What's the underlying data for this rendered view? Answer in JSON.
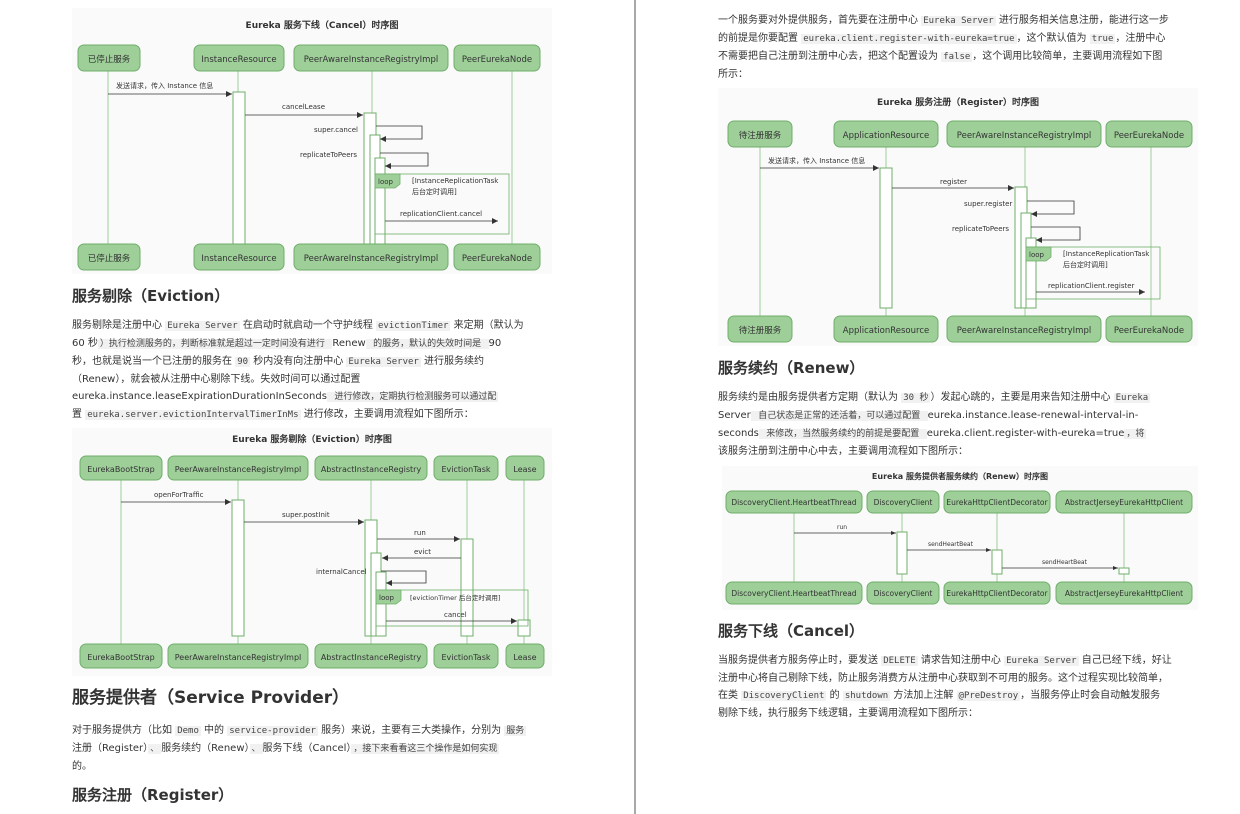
{
  "left": {
    "cancel_diagram": {
      "title": "Eureka 服务下线（Cancel）时序图",
      "participants": [
        "已停止服务",
        "InstanceResource",
        "PeerAwareInstanceRegistryImpl",
        "PeerEurekaNode"
      ],
      "msg_send": "发送请求，传入 Instance 信息",
      "msg_cancel_lease": "cancelLease",
      "msg_super": "super.cancel",
      "msg_replicate": "replicateToPeers",
      "loop_label": "loop",
      "loop_text1": "[InstanceReplicationTask",
      "loop_text2": "后台定时调用]",
      "msg_replication_client": "replicationClient.cancel"
    },
    "eviction_heading": "服务剔除（Eviction）",
    "eviction_lines": [
      [
        "服务剔除是注册中心 ",
        "Eureka Server",
        " 在启动时就启动一个守护线程 ",
        "evictionTimer",
        " 来定期（默认为"
      ],
      [
        "60 秒",
        "）执行检测服务的，判断标准就是超过一定时间没有进行 ",
        "Renew",
        " 的服务，默认的失效时间是 ",
        "90"
      ],
      [
        "秒，也就是说当一个已注册的服务在 ",
        "90",
        " 秒内没有向注册中心 ",
        "Eureka Server",
        " 进行服务续约"
      ],
      [
        "（Renew），就会被从注册中心剔除下线。失效时间可以通过配置"
      ],
      [
        "eureka.instance.leaseExpirationDurationInSeconds",
        " 进行修改，定期执行检测服务可以通过配"
      ],
      [
        "置 ",
        "eureka.server.evictionIntervalTimerInMs",
        " 进行修改，主要调用流程如下图所示："
      ]
    ],
    "eviction_diagram": {
      "title": "Eureka 服务剔除（Eviction）时序图",
      "participants": [
        "EurekaBootStrap",
        "PeerAwareInstanceRegistryImpl",
        "AbstractInstanceRegistry",
        "EvictionTask",
        "Lease"
      ],
      "msg_open": "openForTraffic",
      "msg_postinit": "super.postInit",
      "msg_run": "run",
      "msg_evict": "evict",
      "msg_internal": "internalCancel",
      "loop_label": "loop",
      "loop_text": "[evictionTimer 后台定时调用]",
      "msg_cancel": "cancel"
    },
    "provider_heading": "服务提供者（Service Provider）",
    "provider_lines": [
      [
        "对于服务提供方（比如 ",
        "Demo",
        " 中的 ",
        "service-provider",
        " 服务）来说，主要有三大类操作，分别为 ",
        "服务"
      ],
      [
        "注册（Register）",
        "、",
        "服务续约（Renew）",
        "、",
        "服务下线（Cancel）",
        "，接下来看看这三个操作是如何实现"
      ],
      [
        "的。"
      ]
    ],
    "register_heading": "服务注册（Register）"
  },
  "right": {
    "intro_lines": [
      [
        "一个服务要对外提供服务，首先要在注册中心 ",
        "Eureka Server",
        " 进行服务相关信息注册，能进行这一步"
      ],
      [
        "的前提是你要配置 ",
        "eureka.client.register-with-eureka=true",
        "，这个默认值为 ",
        "true",
        "，注册中心"
      ],
      [
        "不需要把自己注册到注册中心去，把这个配置设为 ",
        "false",
        "，这个调用比较简单，主要调用流程如下图"
      ],
      [
        "所示："
      ]
    ],
    "register_diagram": {
      "title": "Eureka 服务注册（Register）时序图",
      "participants": [
        "待注册服务",
        "ApplicationResource",
        "PeerAwareInstanceRegistryImpl",
        "PeerEurekaNode"
      ],
      "msg_send": "发送请求，传入 Instance 信息",
      "msg_register": "register",
      "msg_super": "super.register",
      "msg_replicate": "replicateToPeers",
      "loop_label": "loop",
      "loop_text1": "[InstanceReplicationTask",
      "loop_text2": "后台定时调用]",
      "msg_replication_client": "replicationClient.register"
    },
    "renew_heading": "服务续约（Renew）",
    "renew_lines": [
      [
        "服务续约是由服务提供者方定期（默认为 ",
        "30 秒",
        "）发起心跳的，主要是用来告知注册中心 ",
        "Eureka"
      ],
      [
        "Server",
        " 自己状态是正常的还活着，可以通过配置 ",
        "eureka.instance.lease-renewal-interval-in-"
      ],
      [
        "seconds",
        " 来修改，当然服务续约的前提是要配置 ",
        "eureka.client.register-with-eureka=true",
        "，将"
      ],
      [
        "该服务注册到注册中心中去，主要调用流程如下图所示："
      ]
    ],
    "renew_diagram": {
      "title": "Eureka 服务提供者服务续约（Renew）时序图",
      "participants": [
        "DiscoveryClient.HeartbeatThread",
        "DiscoveryClient",
        "EurekaHttpClientDecorator",
        "AbstractJerseyEurekaHttpClient"
      ],
      "msg_run": "run",
      "msg_send1": "sendHeartBeat",
      "msg_send2": "sendHeartBeat"
    },
    "cancel_heading": "服务下线（Cancel）",
    "cancel_lines": [
      [
        "当服务提供者方服务停止时，要发送 ",
        "DELETE",
        " 请求告知注册中心 ",
        "Eureka Server",
        " 自己已经下线，好让"
      ],
      [
        "注册中心将自己剔除下线，防止服务消费方从注册中心获取到不可用的服务。这个过程实现比较简单，"
      ],
      [
        "在类 ",
        "DiscoveryClient",
        " 的 ",
        "shutdown",
        " 方法加上注解 ",
        "@PreDestroy",
        "，当服务停止时会自动触发服务"
      ],
      [
        "剔除下线，执行服务下线逻辑，主要调用流程如下图所示："
      ]
    ]
  },
  "colors": {
    "participant_fill": "#9ecf99",
    "participant_stroke": "#6fae6a",
    "lifeline": "#9ecf99",
    "text": "#333333",
    "code_bg": "#f1f1f1"
  }
}
